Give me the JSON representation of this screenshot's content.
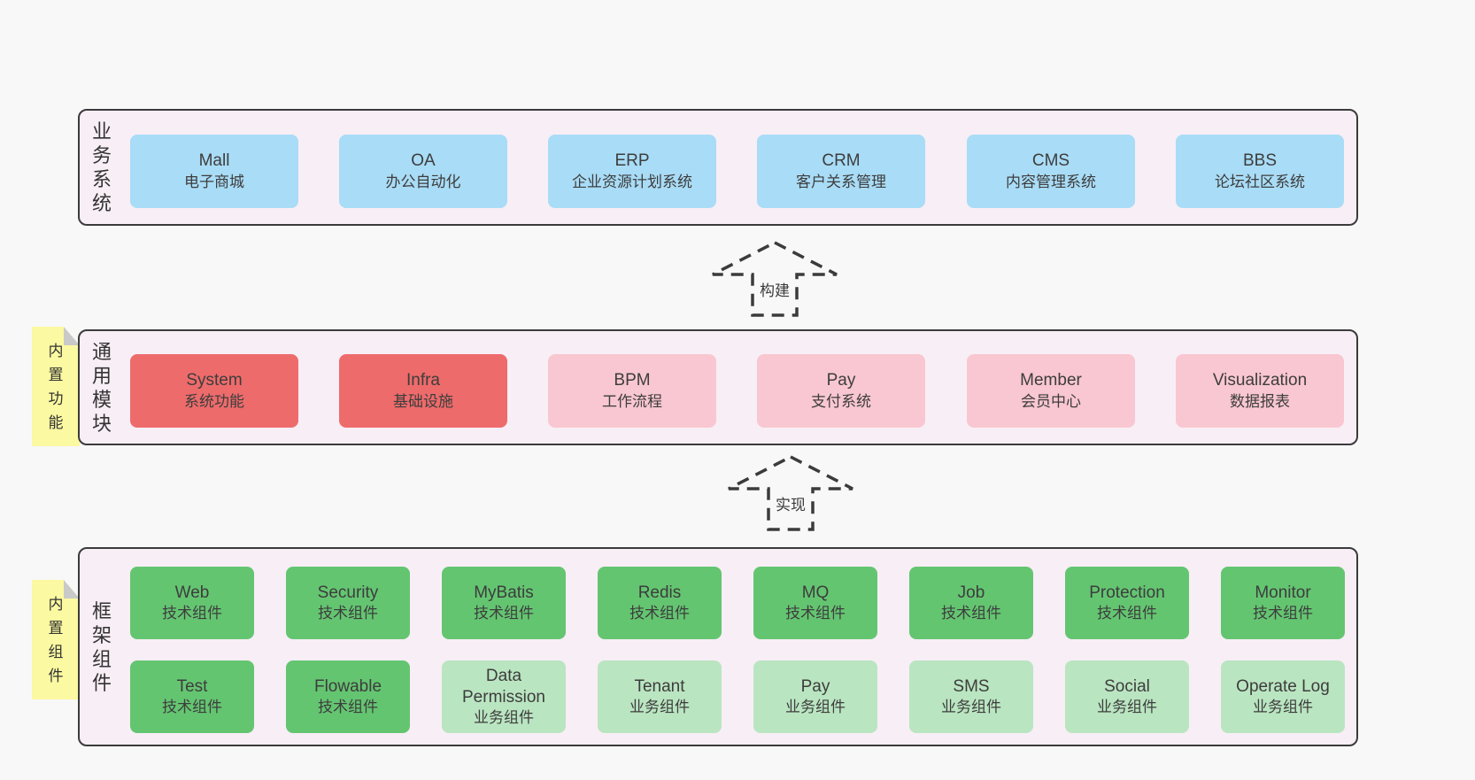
{
  "theme": {
    "pageBg": "#f8f8f8",
    "layerBg": "#f8eef6",
    "line": "#3b3b3b",
    "blue": "#a9dcf6",
    "red": "#ee6b6b",
    "pink": "#f9c7d1",
    "green": "#64c571",
    "greenLight": "#bae5c1",
    "sticky": "#fbf9a1",
    "stickyFold": "#c9c9c9",
    "text": "#3a3a3a"
  },
  "layers": {
    "business": {
      "label": "业务系统",
      "boxes": [
        {
          "title": "Mall",
          "subtitle": "电子商城"
        },
        {
          "title": "OA",
          "subtitle": "办公自动化"
        },
        {
          "title": "ERP",
          "subtitle": "企业资源计划系统"
        },
        {
          "title": "CRM",
          "subtitle": "客户关系管理"
        },
        {
          "title": "CMS",
          "subtitle": "内容管理系统"
        },
        {
          "title": "BBS",
          "subtitle": "论坛社区系统"
        }
      ]
    },
    "modules": {
      "label": "通用模块",
      "sticky": "内置功能",
      "boxes": [
        {
          "title": "System",
          "subtitle": "系统功能"
        },
        {
          "title": "Infra",
          "subtitle": "基础设施"
        },
        {
          "title": "BPM",
          "subtitle": "工作流程"
        },
        {
          "title": "Pay",
          "subtitle": "支付系统"
        },
        {
          "title": "Member",
          "subtitle": "会员中心"
        },
        {
          "title": "Visualization",
          "subtitle": "数据报表"
        }
      ]
    },
    "components": {
      "label": "框架组件",
      "sticky": "内置组件",
      "row1": [
        {
          "title": "Web",
          "subtitle": "技术组件"
        },
        {
          "title": "Security",
          "subtitle": "技术组件"
        },
        {
          "title": "MyBatis",
          "subtitle": "技术组件"
        },
        {
          "title": "Redis",
          "subtitle": "技术组件"
        },
        {
          "title": "MQ",
          "subtitle": "技术组件"
        },
        {
          "title": "Job",
          "subtitle": "技术组件"
        },
        {
          "title": "Protection",
          "subtitle": "技术组件"
        },
        {
          "title": "Monitor",
          "subtitle": "技术组件"
        }
      ],
      "row2": [
        {
          "title": "Test",
          "subtitle": "技术组件"
        },
        {
          "title": "Flowable",
          "subtitle": "技术组件"
        },
        {
          "title": "Data Permission",
          "subtitle": "业务组件"
        },
        {
          "title": "Tenant",
          "subtitle": "业务组件"
        },
        {
          "title": "Pay",
          "subtitle": "业务组件"
        },
        {
          "title": "SMS",
          "subtitle": "业务组件"
        },
        {
          "title": "Social",
          "subtitle": "业务组件"
        },
        {
          "title": "Operate Log",
          "subtitle": "业务组件"
        }
      ]
    }
  },
  "arrows": {
    "build": "构建",
    "implement": "实现"
  }
}
